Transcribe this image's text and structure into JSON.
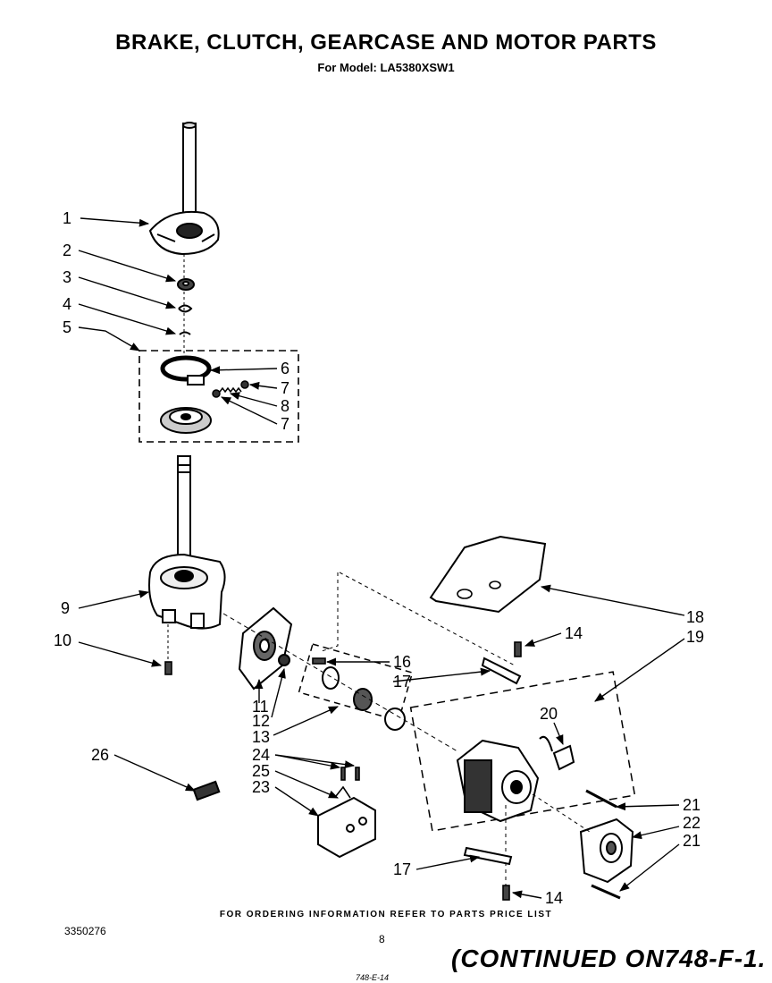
{
  "header": {
    "title": "BRAKE, CLUTCH, GEARCASE AND MOTOR PARTS",
    "subtitle": "For Model: LA5380XSW1"
  },
  "callouts": [
    {
      "id": "c1",
      "label": "1"
    },
    {
      "id": "c2",
      "label": "2"
    },
    {
      "id": "c3",
      "label": "3"
    },
    {
      "id": "c4",
      "label": "4"
    },
    {
      "id": "c5",
      "label": "5"
    },
    {
      "id": "c6",
      "label": "6"
    },
    {
      "id": "c7a",
      "label": "7"
    },
    {
      "id": "c8",
      "label": "8"
    },
    {
      "id": "c7b",
      "label": "7"
    },
    {
      "id": "c9",
      "label": "9"
    },
    {
      "id": "c10",
      "label": "10"
    },
    {
      "id": "c11",
      "label": "11"
    },
    {
      "id": "c12",
      "label": "12"
    },
    {
      "id": "c13",
      "label": "13"
    },
    {
      "id": "c14a",
      "label": "14"
    },
    {
      "id": "c16",
      "label": "16"
    },
    {
      "id": "c17a",
      "label": "17"
    },
    {
      "id": "c18",
      "label": "18"
    },
    {
      "id": "c19",
      "label": "19"
    },
    {
      "id": "c20",
      "label": "20"
    },
    {
      "id": "c21a",
      "label": "21"
    },
    {
      "id": "c22",
      "label": "22"
    },
    {
      "id": "c21b",
      "label": "21"
    },
    {
      "id": "c24",
      "label": "24"
    },
    {
      "id": "c25",
      "label": "25"
    },
    {
      "id": "c23",
      "label": "23"
    },
    {
      "id": "c26",
      "label": "26"
    },
    {
      "id": "c17b",
      "label": "17"
    },
    {
      "id": "c14b",
      "label": "14"
    }
  ],
  "footer": {
    "ordering_note": "FOR ORDERING INFORMATION REFER TO PARTS PRICE LIST",
    "doc_number": "3350276",
    "page_number": "8",
    "continued": "(CONTINUED ON748-F-1.",
    "handwritten": "748-E-14"
  }
}
